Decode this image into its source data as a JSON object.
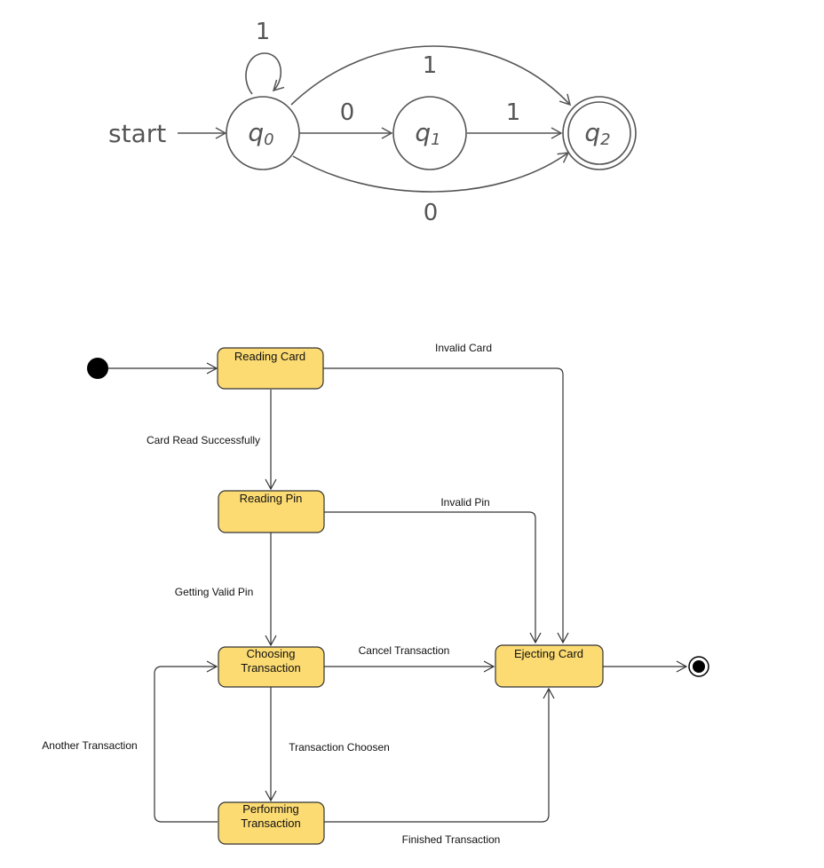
{
  "automaton": {
    "start_label": "start",
    "states": [
      {
        "id": "q0",
        "base": "q",
        "sub": "0",
        "accepting": false
      },
      {
        "id": "q1",
        "base": "q",
        "sub": "1",
        "accepting": false
      },
      {
        "id": "q2",
        "base": "q",
        "sub": "2",
        "accepting": true
      }
    ],
    "transitions": [
      {
        "from": "q0",
        "to": "q0",
        "label": "1"
      },
      {
        "from": "q0",
        "to": "q1",
        "label": "0"
      },
      {
        "from": "q1",
        "to": "q2",
        "label": "1"
      },
      {
        "from": "q0",
        "to": "q2",
        "label": "1",
        "route": "upper"
      },
      {
        "from": "q0",
        "to": "q2",
        "label": "0",
        "route": "lower"
      }
    ]
  },
  "state_machine": {
    "states": {
      "reading_card": {
        "line1": "Reading Card",
        "line2": ""
      },
      "reading_pin": {
        "line1": "Reading Pin",
        "line2": ""
      },
      "choosing_transaction": {
        "line1": "Choosing",
        "line2": "Transaction"
      },
      "performing_transaction": {
        "line1": "Performing",
        "line2": "Transaction"
      },
      "ejecting_card": {
        "line1": "Ejecting Card",
        "line2": ""
      }
    },
    "transitions": {
      "invalid_card": "Invalid Card",
      "card_read_successfully": "Card Read Successfully",
      "invalid_pin": "Invalid Pin",
      "getting_valid_pin": "Getting Valid Pin",
      "cancel_transaction": "Cancel Transaction",
      "another_transaction": "Another Transaction",
      "transaction_choosen": "Transaction Choosen",
      "finished_transaction": "Finished Transaction"
    },
    "colors": {
      "state_fill": "#fcdb72",
      "state_stroke": "#333333"
    }
  }
}
